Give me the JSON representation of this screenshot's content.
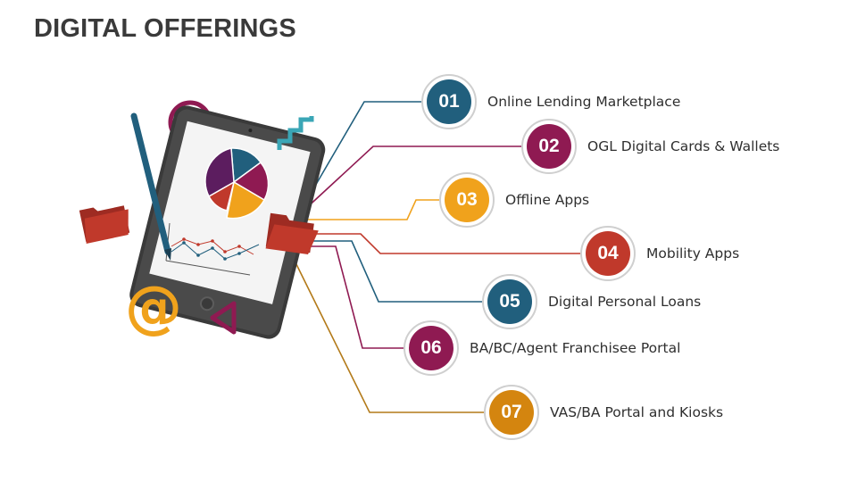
{
  "title": "DIGITAL OFFERINGS",
  "colors": {
    "navy": "#215f7d",
    "purple": "#8f1a52",
    "orange": "#f0a21c",
    "red": "#c0392b",
    "teal": "#3aa6b6",
    "dark_purple": "#5c1d5f"
  },
  "items": [
    {
      "num": "01",
      "label": "Online Lending Marketplace",
      "color": "#215f7d"
    },
    {
      "num": "02",
      "label": "OGL Digital Cards & Wallets",
      "color": "#8f1a52"
    },
    {
      "num": "03",
      "label": "Offline Apps",
      "color": "#f0a21c"
    },
    {
      "num": "04",
      "label": "Mobility Apps",
      "color": "#c0392b"
    },
    {
      "num": "05",
      "label": "Digital Personal Loans",
      "color": "#215f7d"
    },
    {
      "num": "06",
      "label": "BA/BC/Agent Franchisee Portal",
      "color": "#8f1a52"
    },
    {
      "num": "07",
      "label": "VAS/BA Portal and Kiosks",
      "color": "#d4850f"
    }
  ],
  "icons": [
    "tablet-icon",
    "pie-chart-icon",
    "line-chart-icon",
    "pen-icon",
    "folder-icon",
    "at-sign-icon",
    "triangle-icon",
    "ring-icon",
    "zigzag-icon"
  ]
}
